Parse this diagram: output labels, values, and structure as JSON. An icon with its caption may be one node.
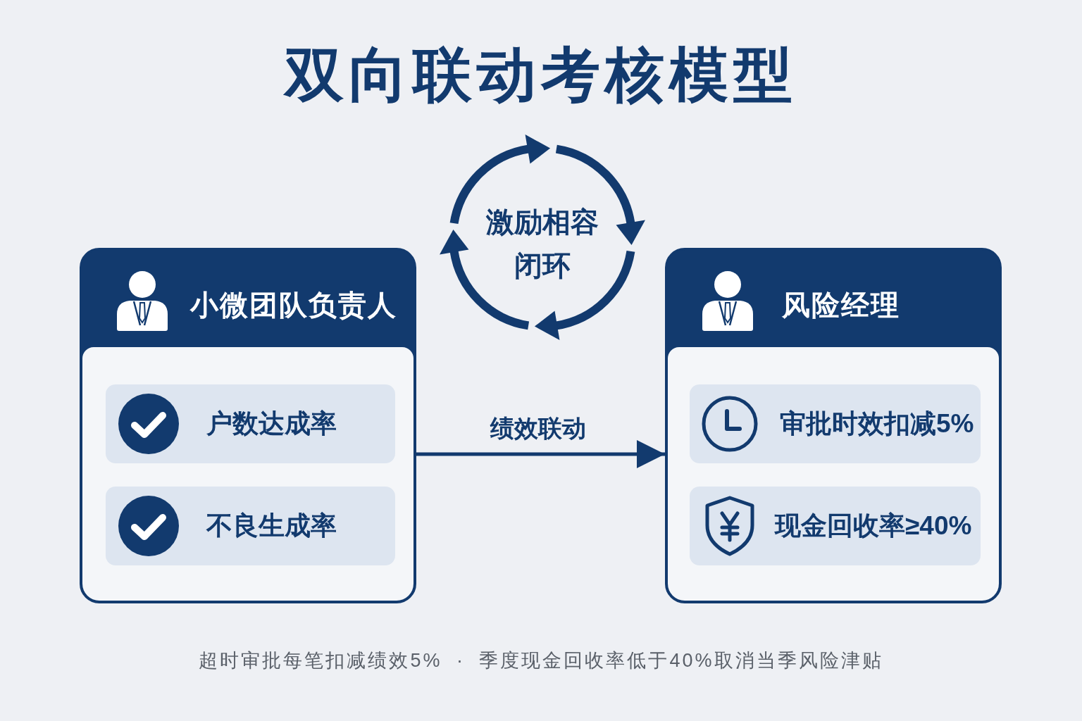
{
  "diagram": {
    "title": "双向联动考核模型",
    "nodes": [
      {
        "text": [
          "小微团队负责人"
        ]
      },
      {
        "text": [
          "户数达成率"
        ],
        "in": 0
      },
      {
        "text": [
          "不良生成率"
        ],
        "in": 0
      },
      {
        "text": [
          "激励相容闭环"
        ]
      },
      {
        "text": [
          "风险经理"
        ]
      },
      {
        "text": [
          "审批时效扣减5%"
        ],
        "in": 4
      },
      {
        "text": [
          "现金回收率≥40%"
        ],
        "in": 4
      }
    ],
    "edges": [
      {
        "from": 0,
        "to": 4,
        "arrow": "to",
        "label": "绩效联动"
      }
    ],
    "caption": "超时审批每笔扣减绩效5% · 季度现金回收率低于40%取消当季风险津贴"
  }
}
